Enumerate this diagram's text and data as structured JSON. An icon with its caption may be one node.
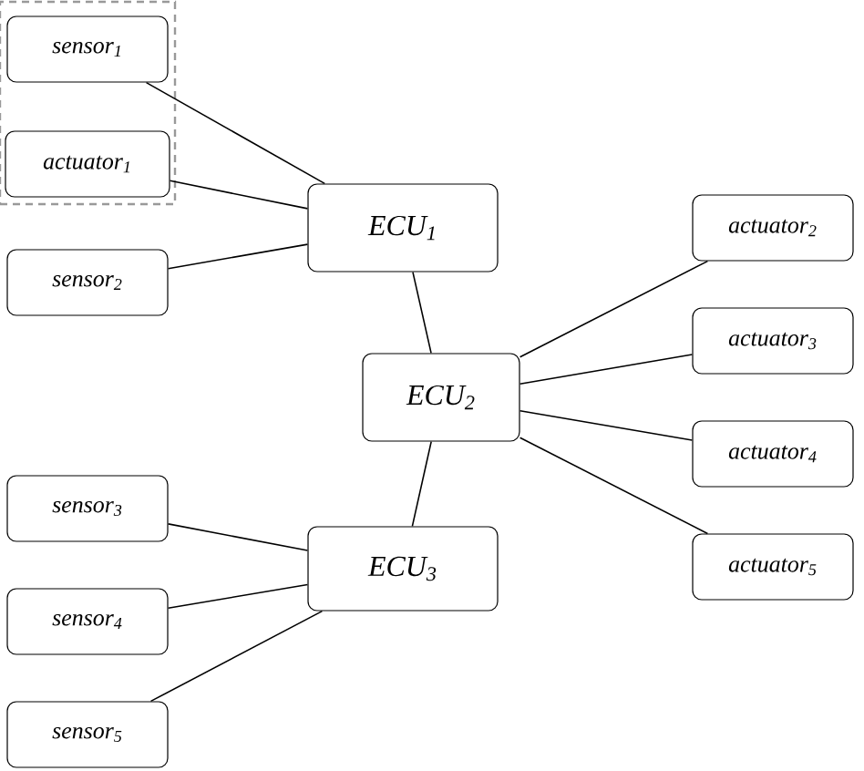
{
  "diagram": {
    "nodes": [
      {
        "text": [],
        "shape": "box"
      },
      {
        "text": [
          "sensor$_{1}$"
        ],
        "in": 0
      },
      {
        "text": [
          "actuator$_{1}$"
        ],
        "in": 0
      },
      {
        "text": [
          "ECU$_{1}$"
        ]
      },
      {
        "text": [
          "actuator$_{2}$"
        ]
      },
      {
        "text": [
          "sensor$_{2}$"
        ]
      },
      {
        "text": [
          "actuator$_{3}$"
        ]
      },
      {
        "text": [
          "ECU$_{2}$"
        ]
      },
      {
        "text": [
          "actuator$_{4}$"
        ]
      },
      {
        "text": [
          "sensor$_{3}$"
        ]
      },
      {
        "text": [
          "ECU$_{3}$"
        ]
      },
      {
        "text": [
          "actuator$_{5}$"
        ]
      },
      {
        "text": [
          "sensor$_{4}$"
        ]
      },
      {
        "text": [
          "sensor$_{5}$"
        ]
      }
    ],
    "edges": [
      {
        "from": 1,
        "to": 3,
        "arrow": "none"
      },
      {
        "from": 2,
        "to": 3,
        "arrow": "none"
      },
      {
        "from": 5,
        "to": 3,
        "arrow": "none"
      },
      {
        "from": 3,
        "to": 7,
        "arrow": "none"
      },
      {
        "from": 7,
        "to": 4,
        "arrow": "none"
      },
      {
        "from": 7,
        "to": 6,
        "arrow": "none"
      },
      {
        "from": 7,
        "to": 8,
        "arrow": "none"
      },
      {
        "from": 7,
        "to": 11,
        "arrow": "none"
      },
      {
        "from": 7,
        "to": 10,
        "arrow": "none"
      },
      {
        "from": 10,
        "to": 9,
        "arrow": "none"
      },
      {
        "from": 10,
        "to": 12,
        "arrow": "none"
      },
      {
        "from": 10,
        "to": 13,
        "arrow": "none"
      }
    ]
  }
}
